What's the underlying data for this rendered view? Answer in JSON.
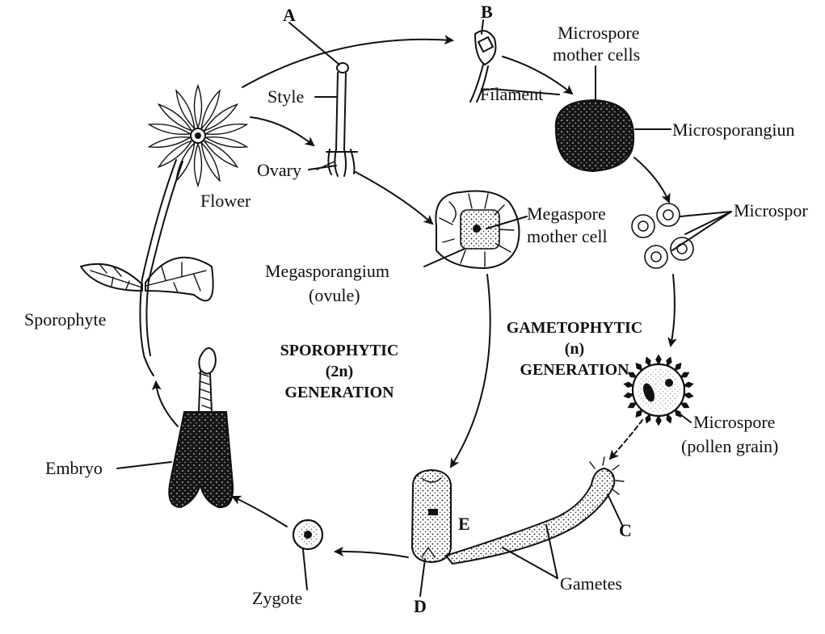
{
  "diagram": {
    "letters": {
      "a": "A",
      "b": "B",
      "c": "C",
      "d": "D",
      "e": "E"
    },
    "labels": {
      "style": "Style",
      "ovary": "Ovary",
      "filament": "Filament",
      "flower": "Flower",
      "microspore_mother_cells_1": "Microspore",
      "microspore_mother_cells_2": "mother cells",
      "microsporangium": "Microsporangiun",
      "microspores_cut": "Microspor",
      "megaspore_mother_cell_1": "Megaspore",
      "megaspore_mother_cell_2": "mother cell",
      "megasporangium_1": "Megasporangium",
      "megasporangium_2": "(ovule)",
      "sporophyte": "Sporophyte",
      "microspore_pollen_1": "Microspore",
      "microspore_pollen_2": "(pollen grain)",
      "embryo": "Embryo",
      "zygote": "Zygote",
      "gametes": "Gametes"
    },
    "generations": {
      "sporophytic": [
        "SPOROPHYTIC",
        "(2n)",
        "GENERATION"
      ],
      "gametophytic": [
        "GAMETOPHYTIC",
        "(n)",
        "GENERATION"
      ]
    }
  }
}
